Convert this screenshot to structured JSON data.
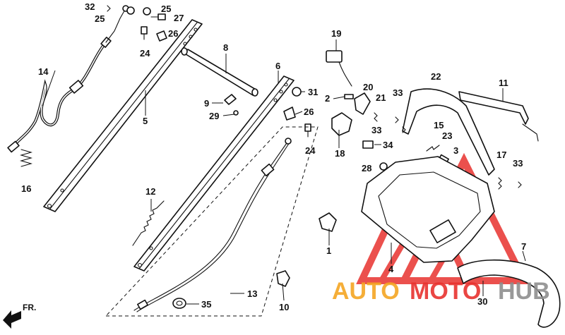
{
  "callouts": {
    "c32": "32",
    "c25a": "25",
    "c25b": "25",
    "c27": "27",
    "c26a": "26",
    "c24a": "24",
    "c8": "8",
    "c14": "14",
    "c5": "5",
    "c16": "16",
    "c6": "6",
    "c9": "9",
    "c29": "29",
    "c31": "31",
    "c26b": "26",
    "c24b": "24",
    "c12": "12",
    "c13": "13",
    "c35": "35",
    "c10": "10",
    "c19": "19",
    "c2": "2",
    "c20": "20",
    "c21": "21",
    "c33a": "33",
    "c33b": "33",
    "c18": "18",
    "c34": "34",
    "c28": "28",
    "c22": "22",
    "c15": "15",
    "c23": "23",
    "c3": "3",
    "c1": "1",
    "c4": "4",
    "c11": "11",
    "c17": "17",
    "c33c": "33",
    "c7": "7",
    "c30": "30"
  },
  "direction": "FR.",
  "watermark": {
    "word_auto": "AUTO",
    "word_moto": "MOTO",
    "word_hub": "HUB",
    "color_red": "#e8322f",
    "color_yellow": "#f5a623",
    "color_gray": "#8e8e8e"
  }
}
